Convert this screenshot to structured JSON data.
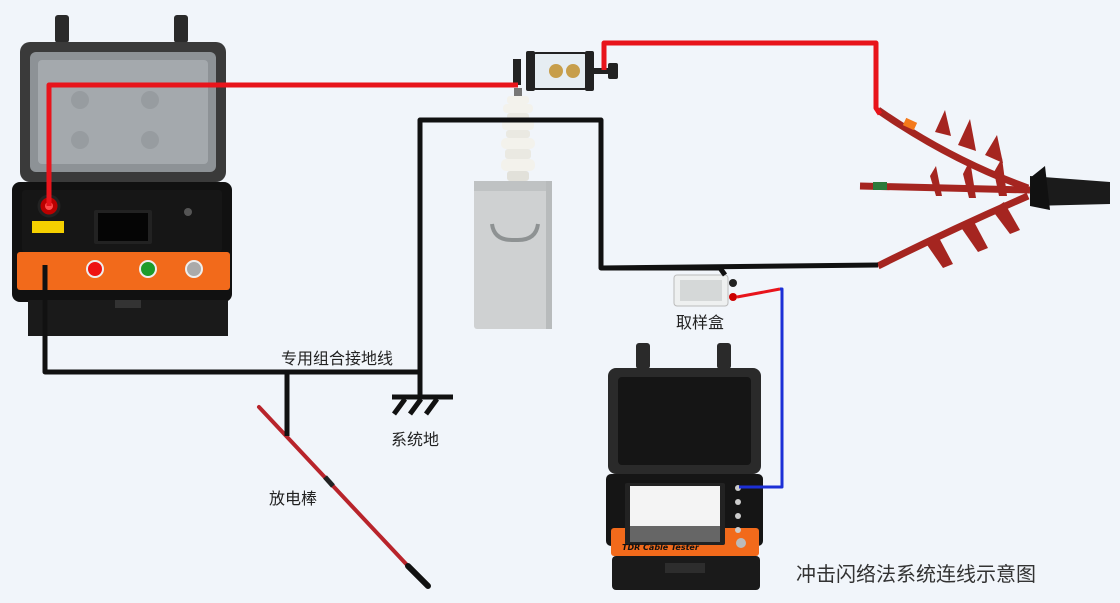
{
  "labels": {
    "sampling_box": "取样盒",
    "ground_wire": "专用组合接地线",
    "system_ground": "系统地",
    "discharge_rod": "放电棒",
    "title": "冲击闪络法系统连线示意图",
    "tdr_brand": "TDR Cable Tester"
  },
  "colors": {
    "hv_wire": "#e8141b",
    "ground_wire": "#111111",
    "signal_wire": "#1c2fd6",
    "orange_panel": "#f26a1b",
    "background": "#f1f5fa"
  },
  "icons": {
    "ground": "ground-symbol-icon"
  }
}
